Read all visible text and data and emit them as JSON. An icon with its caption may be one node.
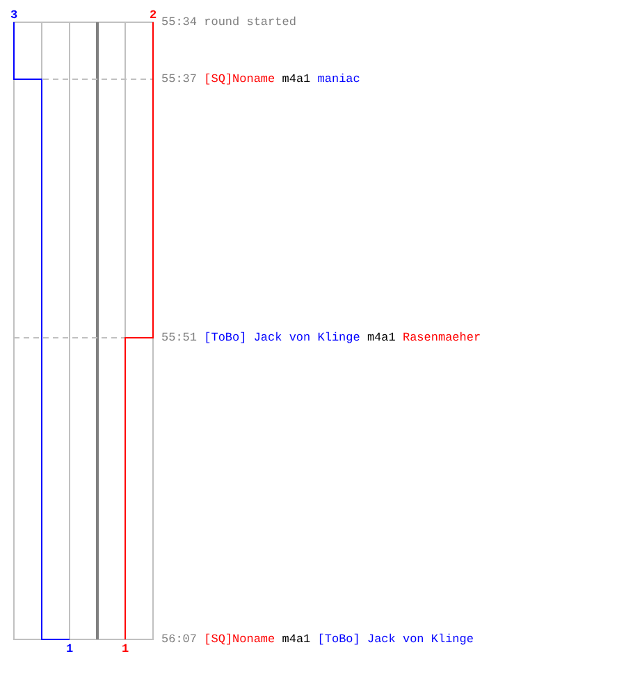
{
  "diagram": {
    "labels": [
      "3",
      "2",
      "55:34",
      "round started",
      "55:37",
      "[SQ]Noname",
      "m4a1",
      "maniac",
      "55:51",
      "[ToBo] Jack von Klinge",
      "m4a1",
      "Rasenmaeher",
      "56:07",
      "[SQ]Noname",
      "m4a1",
      "[ToBo] Jack von Klinge",
      "1",
      "1"
    ]
  }
}
